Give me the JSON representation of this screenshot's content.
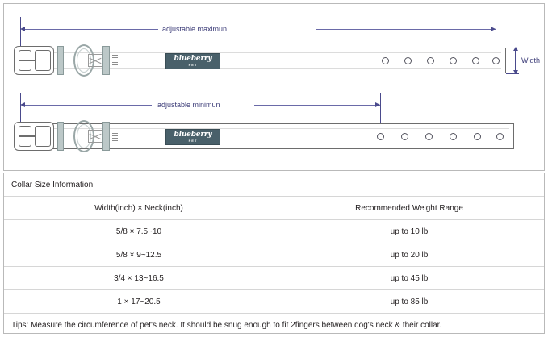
{
  "diagram": {
    "max_label": "adjustable maximun",
    "min_label": "adjustable minimun",
    "width_label": "Width",
    "brand_word": "blueberry",
    "brand_sub": "PET",
    "accent_color": "#4a4a8c",
    "patch_color": "#49606a",
    "hardware_color": "#bcc8c8",
    "upper_holes": 6,
    "lower_holes": 6
  },
  "table": {
    "caption": "Collar Size Information",
    "columns": [
      "Width(inch)  ×  Neck(inch)",
      "Recommended Weight Range"
    ],
    "rows": [
      {
        "size": "5/8 × 7.5~10",
        "weight": "up to 10 lb"
      },
      {
        "size": "5/8 × 9~12.5",
        "weight": "up to 20 lb"
      },
      {
        "size": "3/4 × 13~16.5",
        "weight": "up to 45 lb"
      },
      {
        "size": "1 × 17~20.5",
        "weight": "up to 85 lb"
      }
    ],
    "tips": "Tips: Measure the circumference of pet's neck. It should be snug enough to fit 2fingers between dog's neck & their collar."
  }
}
